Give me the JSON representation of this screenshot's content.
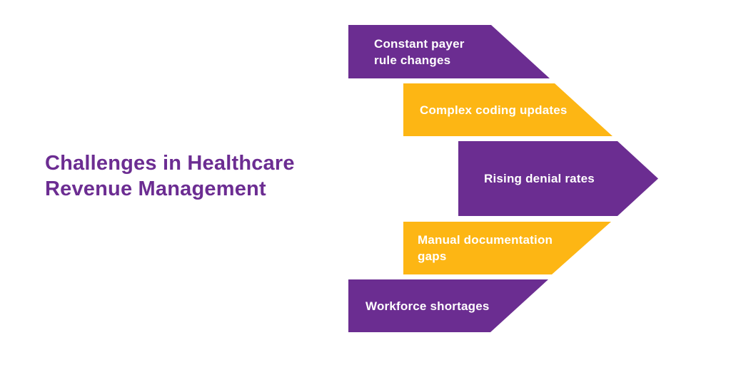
{
  "page": {
    "background": "#FFFFFF"
  },
  "title": {
    "lines": [
      "Challenges in Healthcare",
      "Revenue Management"
    ],
    "color": "#6C2D92"
  },
  "diagram": {
    "type": "arrow-infographic",
    "direction": "right",
    "text_color": "#FFFFFF",
    "banners": [
      {
        "id": "constant-payer-rule-changes",
        "lines": [
          "Constant payer",
          "rule changes"
        ],
        "color": "#6B2D91"
      },
      {
        "id": "complex-coding-updates",
        "lines": [
          "Complex coding updates"
        ],
        "color": "#FDB614"
      },
      {
        "id": "rising-denial-rates",
        "lines": [
          "Rising denial rates"
        ],
        "color": "#6B2D91"
      },
      {
        "id": "manual-documentation-gaps",
        "lines": [
          "Manual documentation",
          "gaps"
        ],
        "color": "#FDB614"
      },
      {
        "id": "workforce-shortages",
        "lines": [
          "Workforce shortages"
        ],
        "color": "#6B2D91"
      }
    ]
  }
}
